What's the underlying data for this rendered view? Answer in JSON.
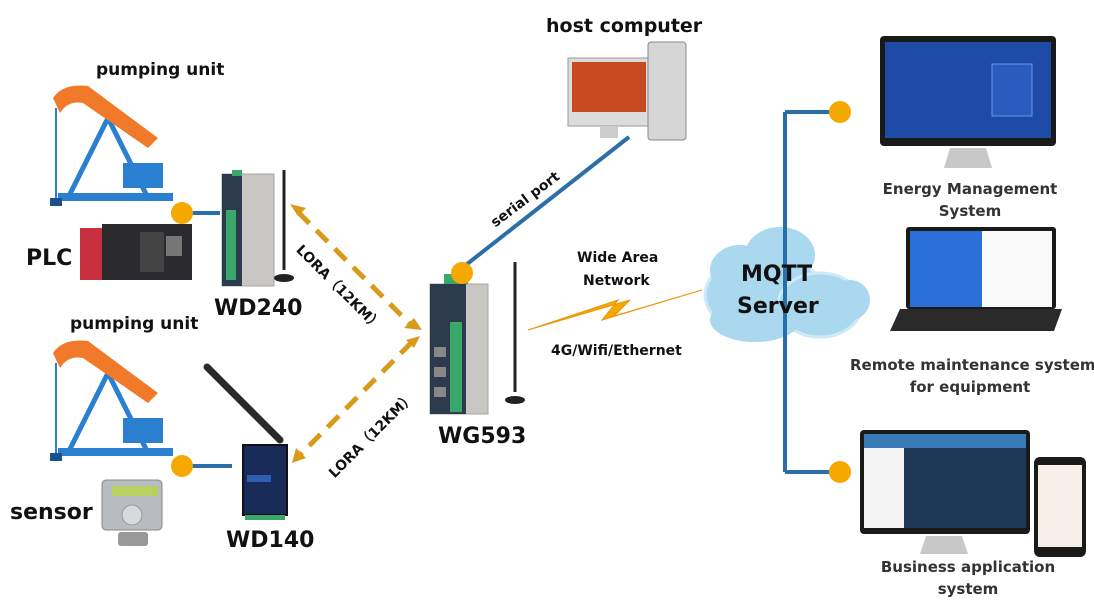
{
  "colors": {
    "link_blue": "#2a6fa8",
    "node_dot": "#f5a800",
    "lora_dash": "#d99a1a",
    "cloud": "#a9d8ef",
    "pump_orange": "#f07a2a",
    "pump_blue": "#2a7fd0"
  },
  "field_devices": [
    {
      "label": "pumping unit",
      "icon": "pump-jack-icon"
    },
    {
      "label": "PLC",
      "icon": "plc-icon"
    },
    {
      "label": "pumping unit",
      "icon": "pump-jack-icon"
    },
    {
      "label": "sensor",
      "icon": "sensor-icon"
    }
  ],
  "nodes": {
    "wd240": {
      "label": "WD240",
      "icon": "din-rail-node-icon"
    },
    "wd140": {
      "label": "WD140",
      "icon": "wireless-node-icon"
    },
    "wg593": {
      "label": "WG593",
      "icon": "gateway-icon"
    },
    "host": {
      "label": "host computer",
      "icon": "desktop-computer-icon"
    },
    "mqtt": {
      "line1": "MQTT",
      "line2": "Server",
      "icon": "cloud-icon"
    }
  },
  "links": {
    "lora_top": "LORA（12KM）",
    "lora_bottom": "LORA（12KM）",
    "serial": "serial port",
    "wan_title_1": "Wide Area",
    "wan_title_2": "Network",
    "wan_sub": "4G/Wifi/Ethernet"
  },
  "systems": [
    {
      "line1": "Energy Management",
      "line2": "System",
      "icon": "monitor-icon"
    },
    {
      "line1": "Remote maintenance system",
      "line2": "for equipment",
      "icon": "laptop-icon"
    },
    {
      "line1": "Business application",
      "line2": "system",
      "icon": "monitor-phone-icon"
    }
  ]
}
